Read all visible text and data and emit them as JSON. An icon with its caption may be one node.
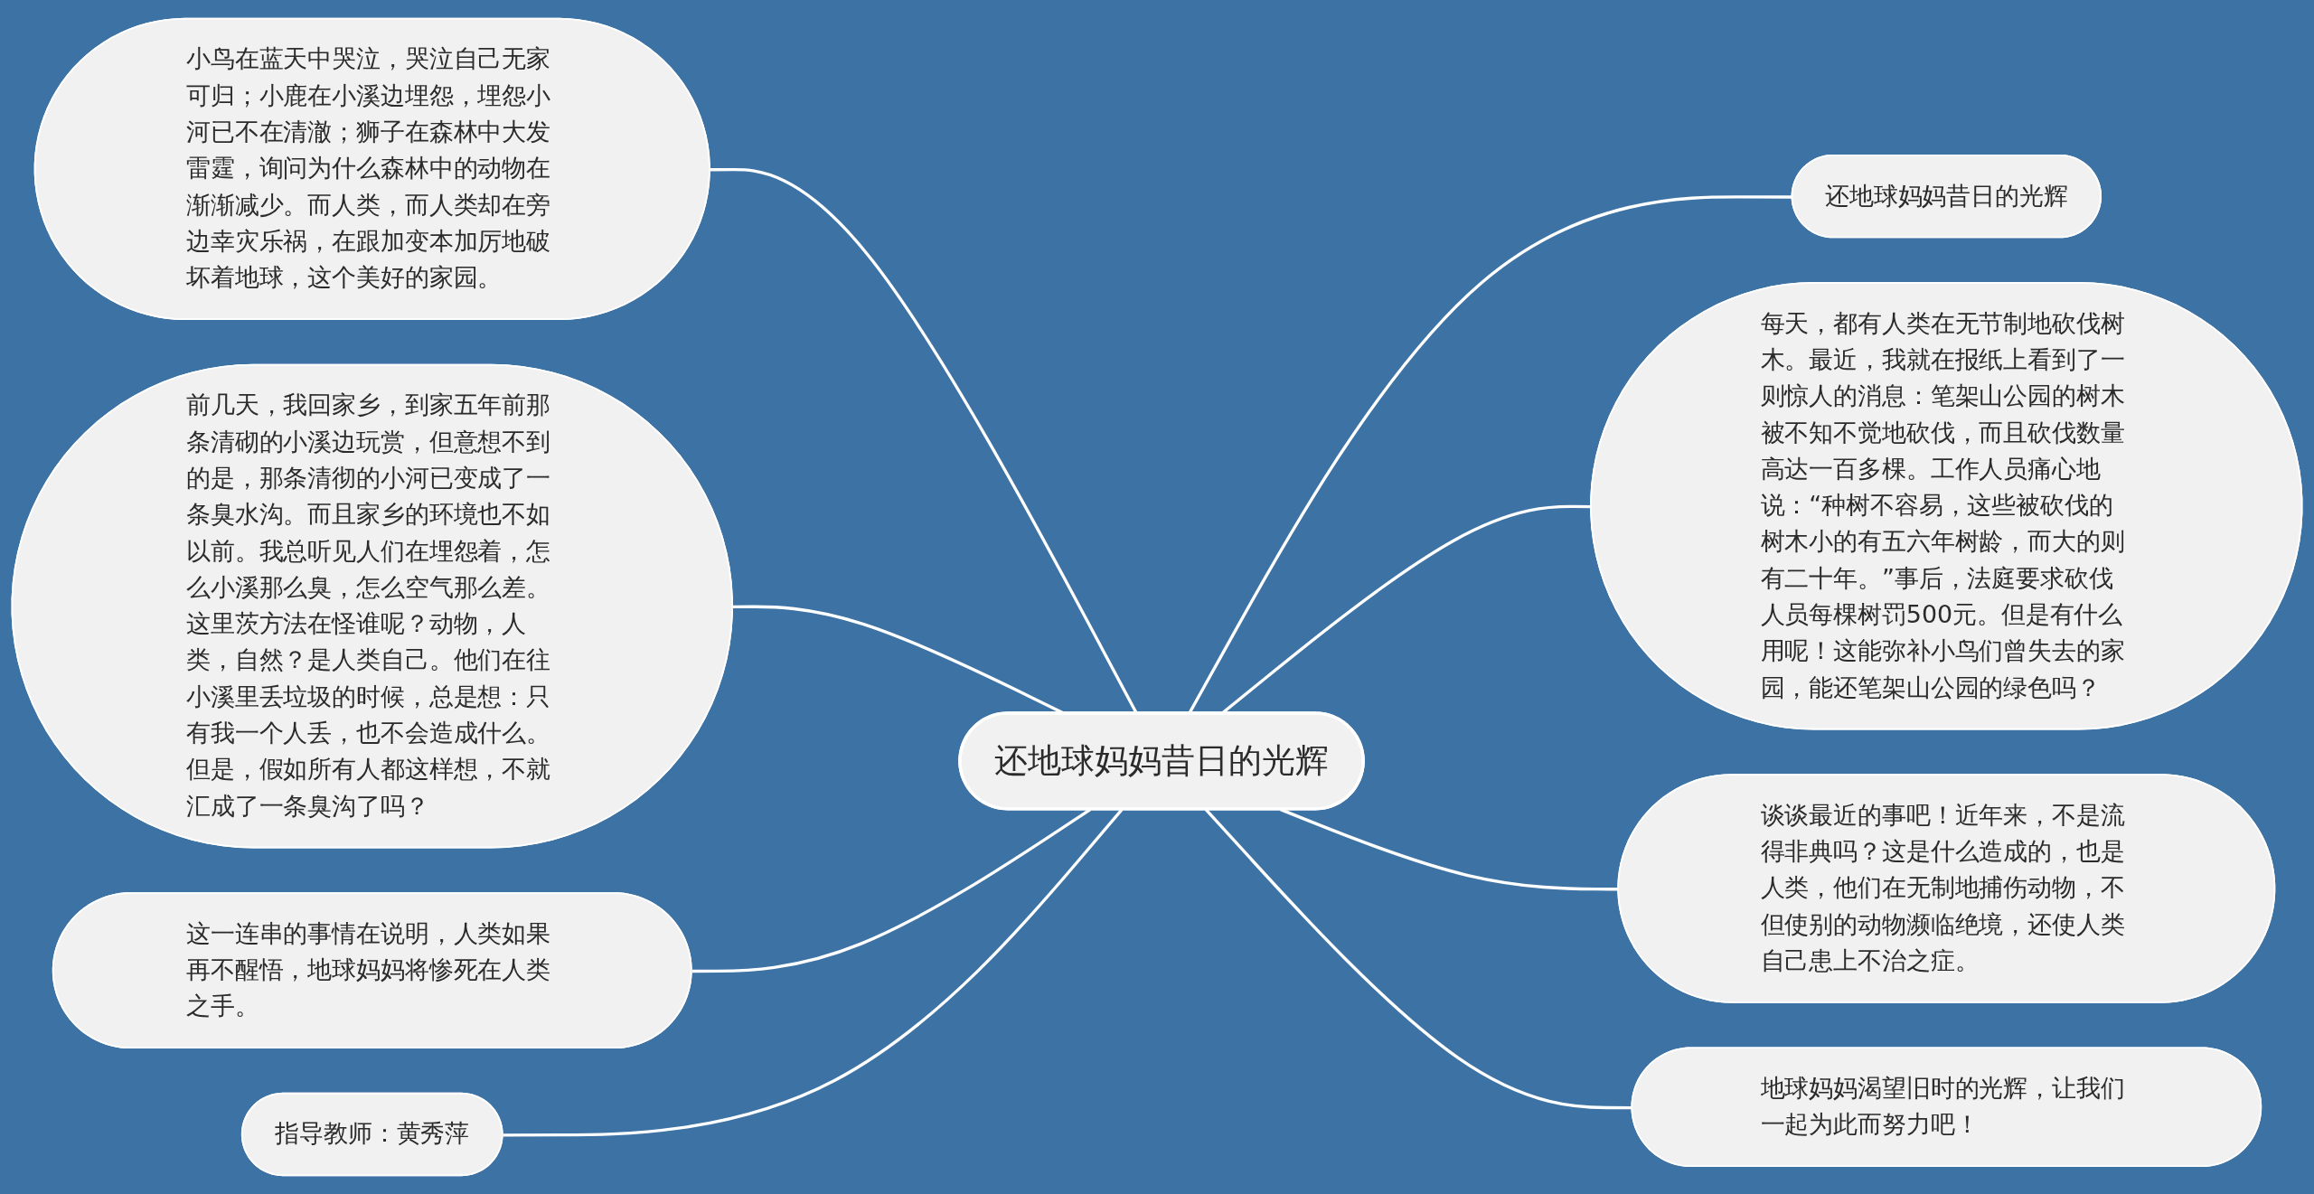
{
  "diagram": {
    "nodes": [
      {
        "text": [
          "还地球妈妈昔日的光辉"
        ]
      },
      {
        "text": [
          "小鸟在蓝天中哭泣，哭泣自己无家可归；小鹿在小溪边埋怨，埋怨小河已不在清澈；狮子在森林中大发雷霆，询问为什么森林中的动物在渐渐减少。而人类，而人类却在旁边幸灾乐祸，在跟加变本加厉地破坏着地球，这个美好的家园。"
        ]
      },
      {
        "text": [
          "前几天，我回家乡，到家五年前那条清砌的小溪边玩赏，但意想不到的是，那条清彻的小河已变成了一条臭水沟。而且家乡的环境也不如以前。我总听见人们在埋怨着，怎么小溪那么臭，怎么空气那么差。这里茨方法在怪谁呢？动物，人类，自然？是人类自己。他们在往小溪里丢垃圾的时候，总是想：只有我一个人丢，也不会造成什么。但是，假如所有人都这样想，不就汇成了一条臭沟了吗？"
        ]
      },
      {
        "text": [
          "这一连串的事情在说明，人类如果再不醒悟，地球妈妈将惨死在人类之手。"
        ]
      },
      {
        "text": [
          "指导教师：黄秀萍"
        ]
      },
      {
        "text": [
          "还地球妈妈昔日的光辉"
        ]
      },
      {
        "text": [
          "每天，都有人类在无节制地砍伐树木。最近，我就在报纸上看到了一则惊人的消息：笔架山公园的树木被不知不觉地砍伐，而且砍伐数量高达一百多棵。工作人员痛心地说：“种树不容易，这些被砍伐的树木小的有五六年树龄，而大的则有二十年。”事后，法庭要求砍伐人员每棵树罚500元。但是有什么用呢！这能弥补小鸟们曾失去的家园，能还笔架山公园的绿色吗？"
        ]
      },
      {
        "text": [
          "谈谈最近的事吧！近年来，不是流得非典吗？这是什么造成的，也是人类，他们在无制地捕伤动物，不但使别的动物濒临绝境，还使人类自己患上不治之症。"
        ]
      },
      {
        "text": [
          "地球妈妈渴望旧时的光辉，让我们一起为此而努力吧！"
        ]
      }
    ],
    "edges": [
      {
        "from": 1,
        "to": 0,
        "arrow": "none"
      },
      {
        "from": 2,
        "to": 0,
        "arrow": "none"
      },
      {
        "from": 3,
        "to": 0,
        "arrow": "none"
      },
      {
        "from": 4,
        "to": 0,
        "arrow": "none"
      },
      {
        "from": 0,
        "to": 5,
        "arrow": "none"
      },
      {
        "from": 0,
        "to": 6,
        "arrow": "none"
      },
      {
        "from": 0,
        "to": 7,
        "arrow": "none"
      },
      {
        "from": 0,
        "to": 8,
        "arrow": "none"
      }
    ]
  }
}
